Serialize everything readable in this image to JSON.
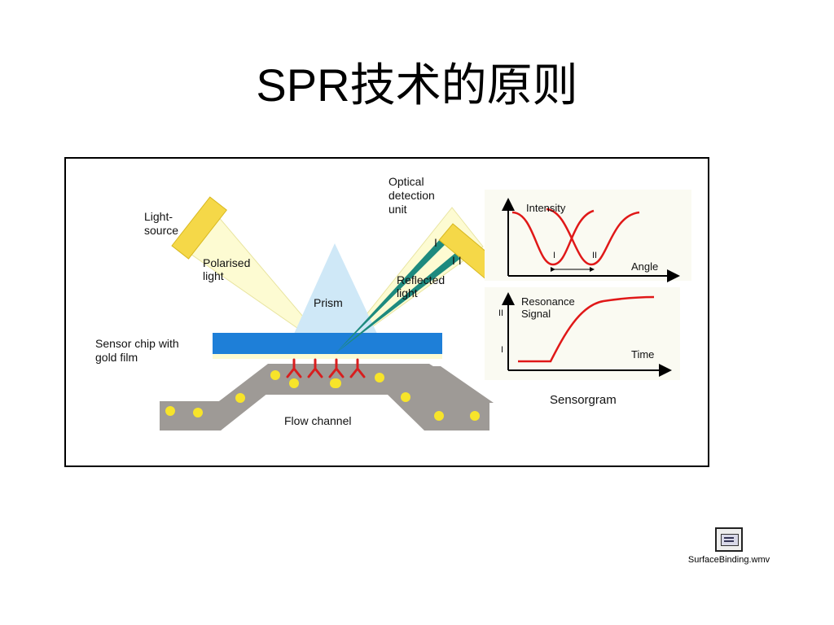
{
  "slide": {
    "title": "SPR技术的原则"
  },
  "diagram": {
    "light_source": [
      "Light-",
      "source"
    ],
    "polarised_light": [
      "Polarised",
      "light"
    ],
    "optical_detection": [
      "Optical",
      "detection",
      "unit"
    ],
    "reflected_light": [
      "Reflected",
      "light"
    ],
    "prism": "Prism",
    "sensor_chip": [
      "Sensor chip with",
      "gold film"
    ],
    "flow_channel": "Flow channel",
    "beam_label_1": "I",
    "beam_label_2": "I I",
    "colors": {
      "gold": "#f5d848",
      "chip": "#1e7fd8",
      "channel": "#9e9a96",
      "curve": "#e01818",
      "beam": "#1d8a7e",
      "prism": "#cfe8f7"
    }
  },
  "chart_data": [
    {
      "type": "line",
      "title": "",
      "ylabel": "Intensity",
      "xlabel": "Angle",
      "markers": [
        "I",
        "II"
      ],
      "series": [
        {
          "name": "I",
          "shape": "dip",
          "dip_position": "I"
        },
        {
          "name": "II",
          "shape": "dip",
          "dip_position": "II"
        }
      ]
    },
    {
      "type": "line",
      "title": "",
      "ylabel": [
        "Resonance",
        "Signal"
      ],
      "xlabel": "Time",
      "y_levels": [
        "I",
        "II"
      ],
      "series": [
        {
          "shape": "flat-then-rise-saturate",
          "from": "I",
          "to": "II"
        }
      ]
    }
  ],
  "sensorgram_caption": "Sensorgram",
  "media": {
    "filename": "SurfaceBinding.wmv",
    "icon": "video-file-icon"
  }
}
